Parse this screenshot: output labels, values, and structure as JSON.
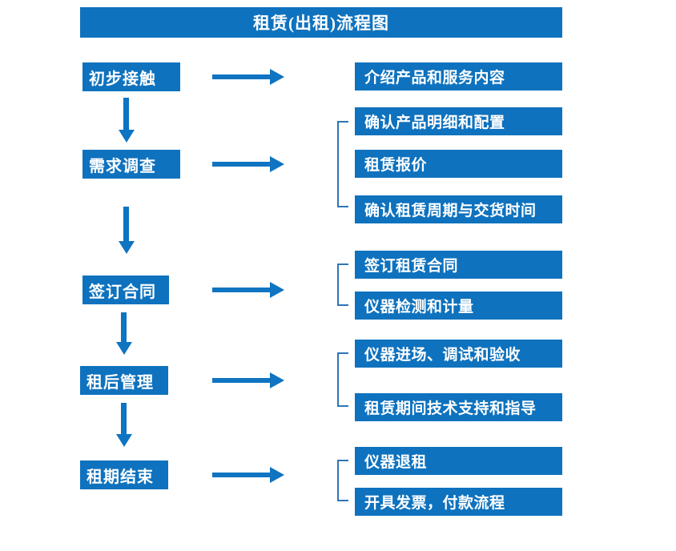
{
  "title": "租赁(出租)流程图",
  "colors": {
    "box": "#0e72be",
    "arrow": "#0f74c1",
    "bracket": "#2e75b6",
    "text": "#ffffff",
    "background": "#ffffff"
  },
  "stages": [
    {
      "label": "初步接触",
      "outputs": [
        "介绍产品和服务内容"
      ]
    },
    {
      "label": "需求调查",
      "outputs": [
        "确认产品明细和配置",
        "租赁报价",
        "确认租赁周期与交货时间"
      ]
    },
    {
      "label": "签订合同",
      "outputs": [
        "签订租赁合同",
        "仪器检测和计量"
      ]
    },
    {
      "label": "租后管理",
      "outputs": [
        "仪器进场、调试和验收",
        "租赁期间技术支持和指导"
      ]
    },
    {
      "label": "租期结束",
      "outputs": [
        "仪器退租",
        "开具发票，付款流程"
      ]
    }
  ]
}
